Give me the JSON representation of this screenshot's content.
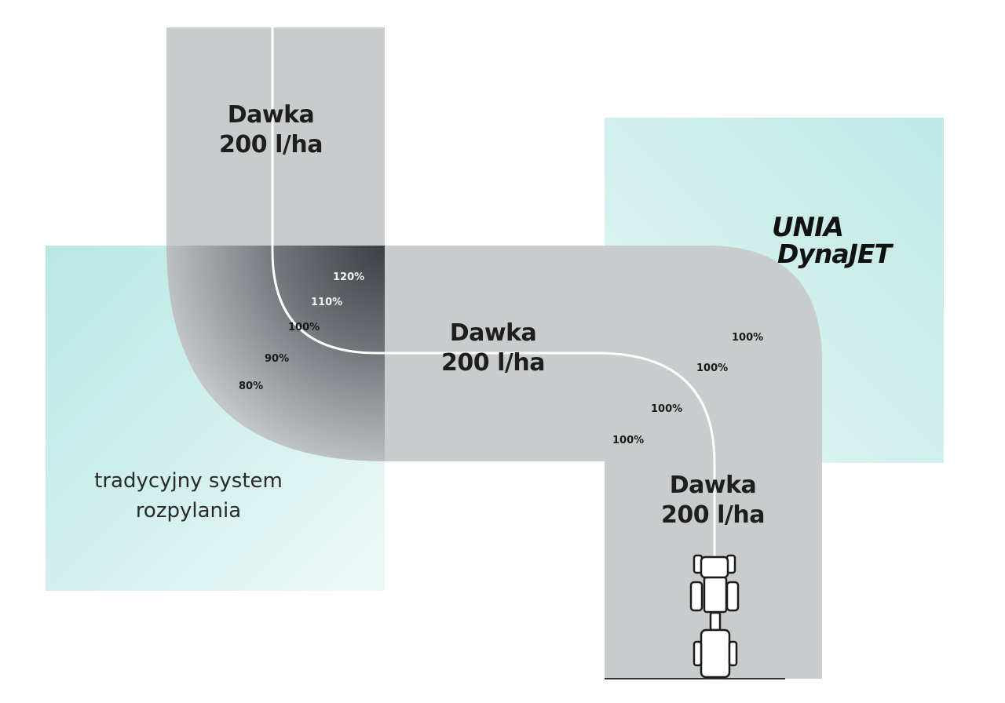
{
  "zones": {
    "top": {
      "dose_title": "Dawka",
      "dose_value": "200 l/ha"
    },
    "middle": {
      "dose_title": "Dawka",
      "dose_value": "200 l/ha"
    },
    "bottom": {
      "dose_title": "Dawka",
      "dose_value": "200 l/ha"
    }
  },
  "traditional_turn": {
    "caption_line1": "tradycyjny system",
    "caption_line2": "rozpylania",
    "rates": [
      "120%",
      "110%",
      "100%",
      "90%",
      "80%"
    ]
  },
  "dynajet_turn": {
    "brand_line1": "UNIA",
    "brand_line2": "DynaJET",
    "rates": [
      "100%",
      "100%",
      "100%",
      "100%"
    ]
  },
  "colors": {
    "field_gray": "#c8cccd",
    "mint": "#cdecea",
    "path_white": "#ffffff",
    "dark_overlap": "#4a4f55"
  }
}
